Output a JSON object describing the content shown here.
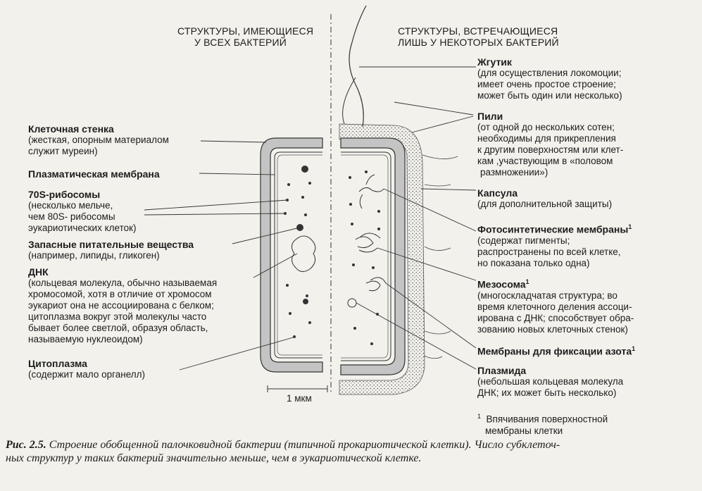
{
  "headers": {
    "left": [
      "СТРУКТУРЫ, ИМЕЮЩИЕСЯ",
      "У ВСЕХ БАКТЕРИЙ"
    ],
    "right": [
      "СТРУКТУРЫ, ВСТРЕЧАЮЩИЕСЯ",
      "ЛИШЬ У НЕКОТОРЫХ БАКТЕРИЙ"
    ]
  },
  "left_labels": {
    "cell_wall": {
      "title": "Клеточная стенка",
      "lines": [
        "(жесткая, опорным материалом",
        "служит муреин)"
      ]
    },
    "plasma_membrane": {
      "title": "Плазматическая мембрана"
    },
    "ribosomes": {
      "title": "70S-рибосомы",
      "lines": [
        "(несколько мельче,",
        "чем 80S- рибосомы",
        "эукариотических клеток)"
      ]
    },
    "reserves": {
      "title": "Запасные питательные вещества",
      "lines": [
        "(например, липиды, гликоген)"
      ]
    },
    "dna": {
      "title": "ДНК",
      "lines": [
        "(кольцевая молекула, обычно называемая",
        "хромосомой, хотя в отличие от хромосом",
        "эукариот она не ассоциирована с белком;",
        "цитоплазма вокруг этой молекулы часто",
        "бывает более светлой, образуя область,",
        "называемую нуклеоидом)"
      ]
    },
    "cytoplasm": {
      "title": "Цитоплазма",
      "lines": [
        "(содержит мало органелл)"
      ]
    }
  },
  "right_labels": {
    "flagellum": {
      "title": "Жгутик",
      "lines": [
        "(для осуществления локомоции;",
        "имеет очень простое строение;",
        "может быть один или несколько)"
      ]
    },
    "pili": {
      "title": "Пили",
      "lines": [
        "(от одной до нескольких сотен;",
        "необходимы для прикрепления",
        "к другим поверхностям или клет-",
        "кам ,участвующим в «половом",
        "размножении»)"
      ]
    },
    "capsule": {
      "title": "Капсула",
      "lines": [
        "(для дополнительной защиты)"
      ]
    },
    "photosynthetic": {
      "title": "Фотосинтетические мембраны",
      "sup": "1",
      "lines": [
        "(содержат пигменты;",
        "распространены по всей клетке,",
        "но показана только одна)"
      ]
    },
    "mesosome": {
      "title": "Мезосома",
      "sup": "1",
      "lines": [
        "(многоскладчатая структура; во",
        "время клеточного деления ассоци-",
        "ирована с ДНК; способствует обра-",
        "зованию новых клеточных стенок)"
      ]
    },
    "nitrogen": {
      "title": "Мембраны для фиксации азота",
      "sup": "1"
    },
    "plasmid": {
      "title": "Плазмида",
      "lines": [
        "(небольшая кольцевая молекула",
        "ДНК; их может быть несколько)"
      ]
    }
  },
  "footnote": {
    "mark": "1",
    "lines": [
      "Впячивания поверхностной",
      "мембраны клетки"
    ]
  },
  "scale_label": "1 мкм",
  "caption": {
    "lead": "Рис. 2.5.",
    "line1": " Строение обобщенной палочковидной бактерии (типичной прокариотической клетки). Число субклеточ-",
    "line2": "ных структур у таких бактерий значительно меньше, чем в эукариотической клетке."
  }
}
